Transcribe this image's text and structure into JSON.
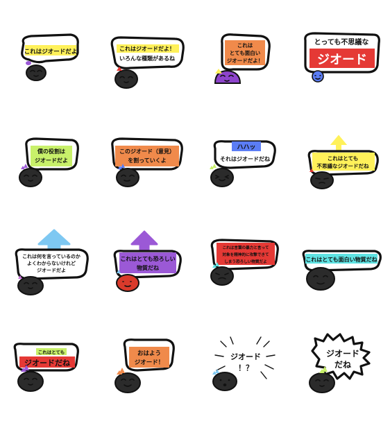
{
  "stickers": [
    {
      "lines": [
        "これはジオードだよ"
      ]
    },
    {
      "lines": [
        "これはジオードだよ！",
        "いろんな種類があるね"
      ]
    },
    {
      "lines": [
        "これは",
        "とても面白い",
        "ジオードだよ！"
      ]
    },
    {
      "lines": [
        "とっても不思議な",
        "ジオード"
      ]
    },
    {
      "lines": [
        "僕の役割は",
        "ジオードだよ"
      ]
    },
    {
      "lines": [
        "このジオード（意見）",
        "を割っていくよ"
      ]
    },
    {
      "lines": [
        "ハハッ",
        "それはジオードだね"
      ]
    },
    {
      "lines": [
        "これはとても",
        "不思議なジオードだね"
      ]
    },
    {
      "lines": [
        "これは何を言っているのか",
        "よくわからないけれど",
        "ジオードだよ"
      ]
    },
    {
      "lines": [
        "これはとても恐ろしい",
        "物質だね"
      ]
    },
    {
      "lines": [
        "これは言葉の暴力と言って",
        "対象を精神的に攻撃できて",
        "しまう恐ろしい物質だよ"
      ]
    },
    {
      "lines": [
        "これはとても面白い物質だね"
      ]
    },
    {
      "lines": [
        "これはとても",
        "ジオードだね"
      ]
    },
    {
      "lines": [
        "おはよう",
        "ジオード！"
      ]
    },
    {
      "lines": [
        "ジオード",
        "！？"
      ]
    },
    {
      "lines": [
        "ジオード",
        "だね"
      ]
    }
  ],
  "colors": {
    "yellow": "#fff15a",
    "orange": "#f08a4b",
    "red": "#e53935",
    "green": "#c8f06a",
    "blue": "#5b7df5",
    "sky": "#7ec8f2",
    "purple": "#9b59d6",
    "cyan": "#5fe3e3",
    "blob_dark": "#2b2b2b",
    "blob_purple": "#8e44cc",
    "blob_red": "#d93a2b"
  }
}
